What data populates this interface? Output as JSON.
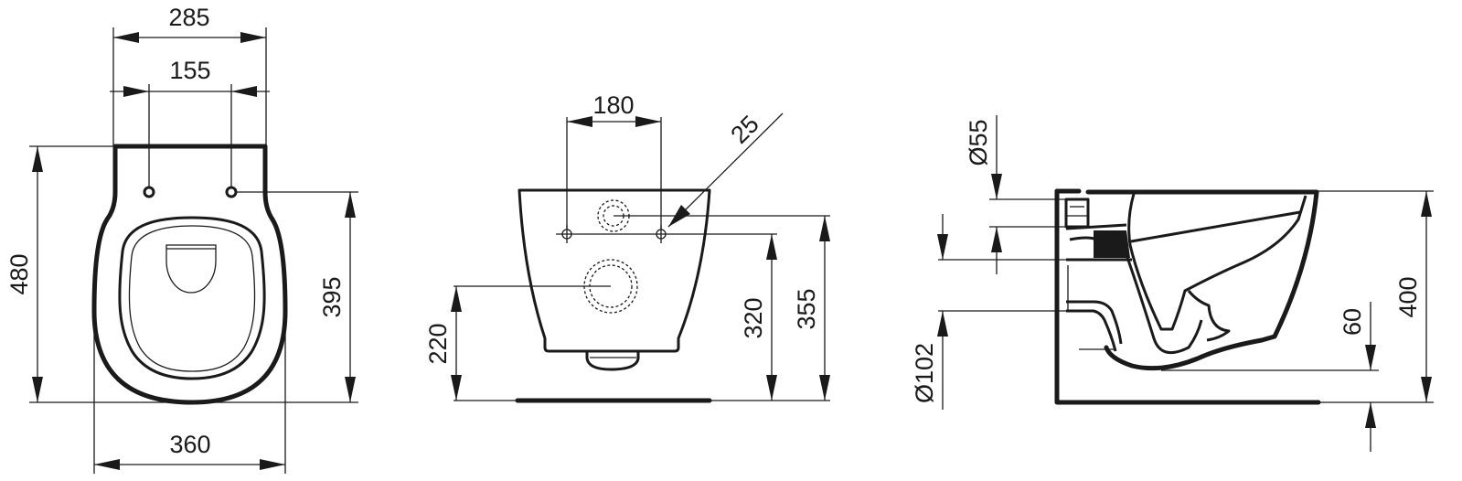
{
  "views": {
    "top": {
      "dimensions": {
        "overall_width_top": "285",
        "hole_spacing": "155",
        "length": "480",
        "hole_to_front": "395",
        "overall_width": "360"
      }
    },
    "front": {
      "dimensions": {
        "bolt_spacing": "180",
        "bolt_diameter": "25",
        "bolt_height": "320",
        "top_height": "355",
        "outlet_height": "220"
      }
    },
    "side": {
      "dimensions": {
        "inlet_diameter": "Ø55",
        "outlet_diameter": "Ø102",
        "bottom_clearance": "60",
        "overall_height": "400"
      }
    }
  }
}
